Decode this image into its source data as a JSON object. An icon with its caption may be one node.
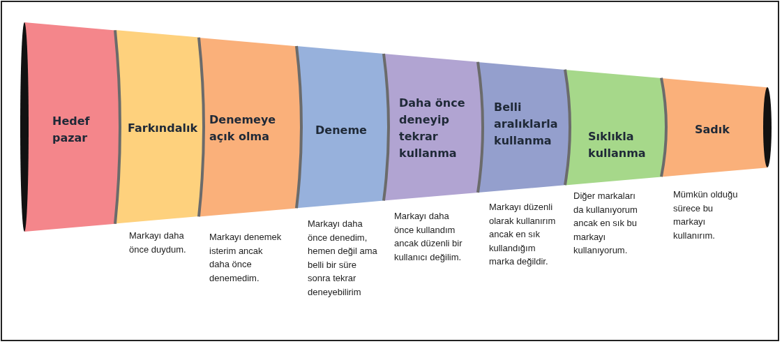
{
  "diagram": {
    "nodes": [
      {
        "text": [
          "Hedef pazar"
        ]
      },
      {
        "text": [
          "Farkındalık"
        ],
        "beside": [
          "Markayı daha önce duydum."
        ]
      },
      {
        "text": [
          "Denemeye açık olma"
        ],
        "beside": [
          "Markayı denemek isterim ancak daha önce denemedim."
        ]
      },
      {
        "text": [
          "Deneme"
        ],
        "beside": [
          "Markayı daha önce denedim, hemen değil ama belli bir süre sonra tekrar deneyebilirim"
        ]
      },
      {
        "text": [
          "Daha önce deneyip tekrar kullanma"
        ],
        "beside": [
          "Markayı daha önce kullandım ancak düzenli bir kullanıcı değilim."
        ]
      },
      {
        "text": [
          "Belli aralıklarla kullanma"
        ],
        "beside": [
          "Markayı düzenli olarak kullanırım ancak en sık kullandığım marka değildir."
        ]
      },
      {
        "text": [
          "Sıklıkla kullanma"
        ],
        "beside": [
          "Diğer markaları da kullanıyorum ancak en sık bu markayı kullanıyorum."
        ]
      },
      {
        "text": [
          "Sadık"
        ],
        "beside": [
          "Mümkün olduğu sürece bu markayı kullanırım."
        ]
      }
    ],
    "edges": []
  }
}
